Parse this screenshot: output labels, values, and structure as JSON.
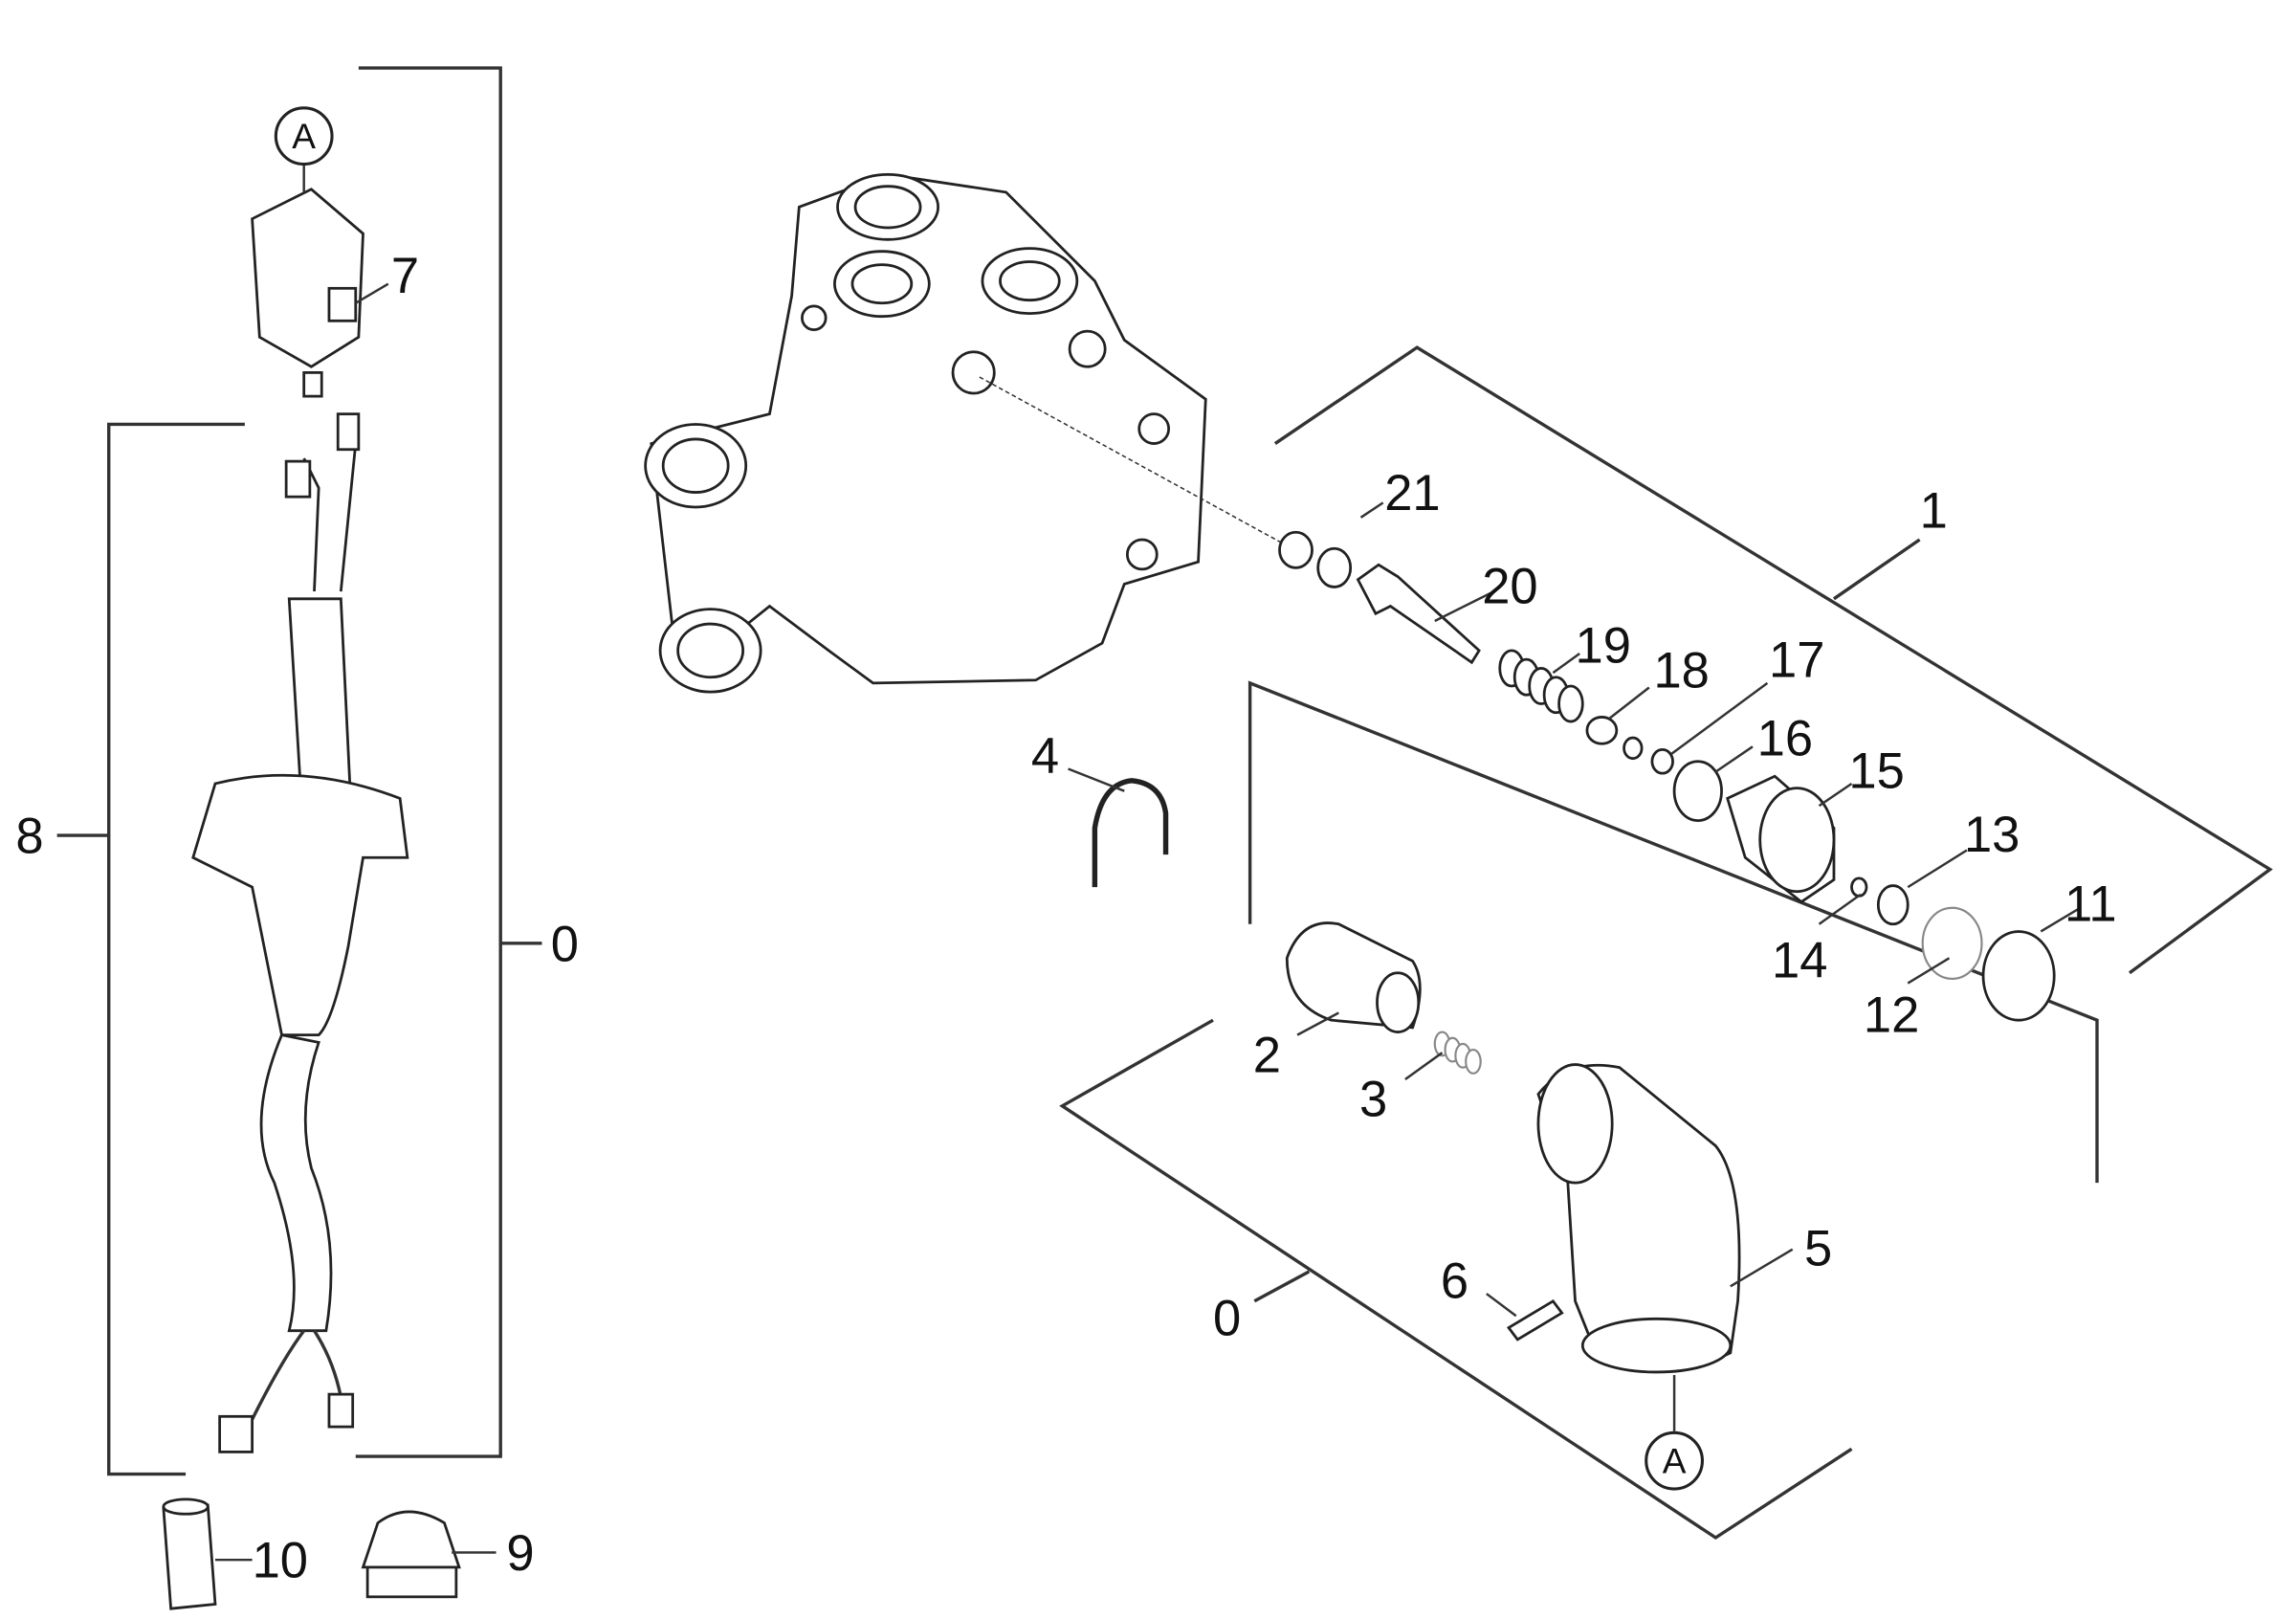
{
  "diagram": {
    "callouts": {
      "ref_top": "A",
      "ref_bottom": "A",
      "p7": "7",
      "p8": "8",
      "p0_left": "0",
      "p10": "10",
      "p9": "9",
      "p1": "1",
      "p21": "21",
      "p20": "20",
      "p19": "19",
      "p18": "18",
      "p17": "17",
      "p16": "16",
      "p15": "15",
      "p14": "14",
      "p13": "13",
      "p12": "12",
      "p11": "11",
      "p4": "4",
      "p2": "2",
      "p3": "3",
      "p5": "5",
      "p6": "6",
      "p0_bottom": "0"
    }
  }
}
